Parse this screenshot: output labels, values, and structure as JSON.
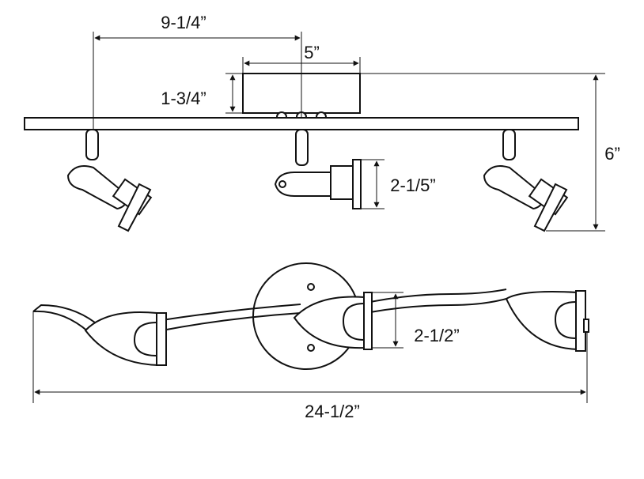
{
  "dimensions": {
    "offset_width": "9-1/4”",
    "canopy_width": "5”",
    "canopy_height": "1-3/4”",
    "total_height": "6”",
    "head_height_side": "2-1/5”",
    "head_height_top": "2-1/2”",
    "total_length": "24-1/2”"
  },
  "colors": {
    "ink": "#111111",
    "background": "#ffffff"
  }
}
